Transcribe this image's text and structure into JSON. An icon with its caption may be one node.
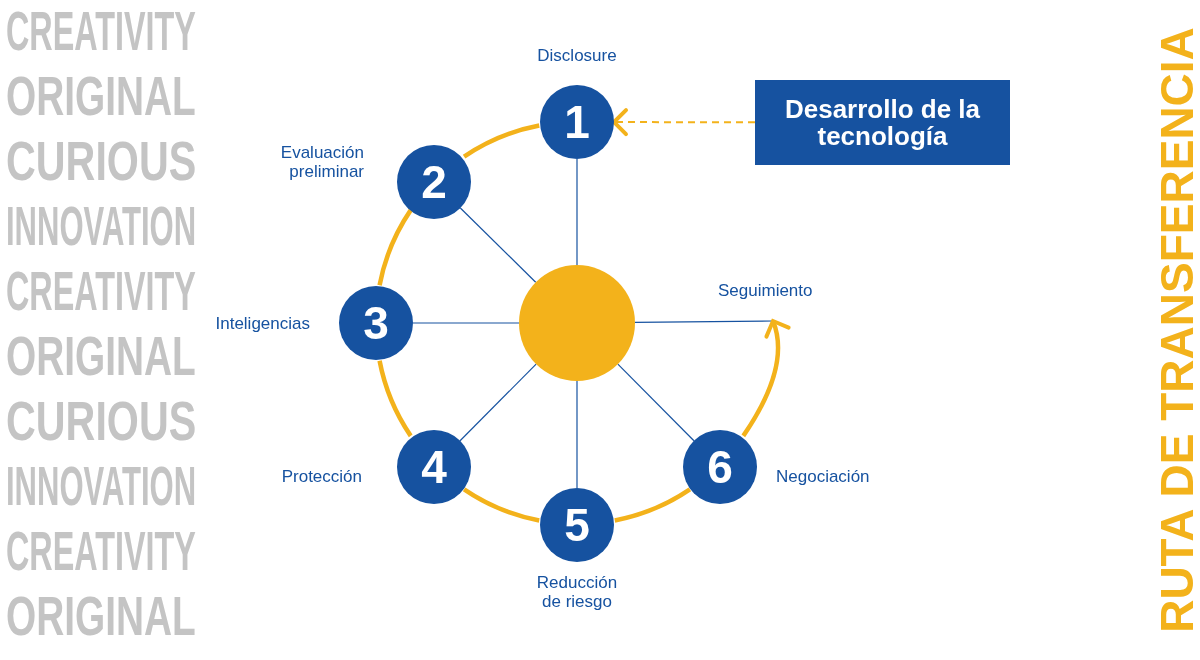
{
  "diagram": {
    "title": "RUTA DE TRANSFERENCIA",
    "nodes": [
      {
        "text": [
          "1"
        ],
        "beside": [
          "Disclosure"
        ]
      },
      {
        "text": [
          "2"
        ],
        "beside": [
          "Evaluación preliminar"
        ]
      },
      {
        "text": [
          "3"
        ],
        "beside": [
          "Inteligencias"
        ]
      },
      {
        "text": [
          "4"
        ],
        "beside": [
          "Protección"
        ]
      },
      {
        "text": [
          "5"
        ],
        "beside": [
          "Reducción de riesgo"
        ]
      },
      {
        "text": [
          "6"
        ],
        "beside": [
          "Negociación"
        ]
      },
      {
        "text": [
          "Desarrollo de la tecnología"
        ]
      },
      {
        "text": [],
        "shape": "circle"
      }
    ],
    "edges": [
      {
        "from": 7,
        "to": 0,
        "arrow": "none"
      },
      {
        "from": 7,
        "to": 1,
        "arrow": "none"
      },
      {
        "from": 7,
        "to": 2,
        "arrow": "none"
      },
      {
        "from": 7,
        "to": 3,
        "arrow": "none"
      },
      {
        "from": 7,
        "to": 4,
        "arrow": "none"
      },
      {
        "from": 7,
        "to": 5,
        "arrow": "none"
      },
      {
        "from": 7,
        "to": null,
        "arrow": "none"
      },
      {
        "from": 0,
        "to": 1,
        "arrow": "none",
        "style": "thick",
        "color": "#f3b21b"
      },
      {
        "from": 1,
        "to": 2,
        "arrow": "none",
        "style": "thick",
        "color": "#f3b21b"
      },
      {
        "from": 2,
        "to": 3,
        "arrow": "none",
        "style": "thick",
        "color": "#f3b21b"
      },
      {
        "from": 3,
        "to": 4,
        "arrow": "none",
        "style": "thick",
        "color": "#f3b21b"
      },
      {
        "from": 4,
        "to": 5,
        "arrow": "none",
        "style": "thick",
        "color": "#f3b21b"
      },
      {
        "from": 5,
        "to": null,
        "arrow": "to",
        "style": "thick",
        "color": "#f3b21b"
      },
      {
        "from": 6,
        "to": 0,
        "arrow": "to",
        "style": "dashed",
        "color": "#f3b21b"
      }
    ],
    "labels": [
      "Seguimiento",
      "CREATIVITY",
      "ORIGINAL",
      "CURIOUS",
      "INNOVATION",
      "CREATIVITY",
      "ORIGINAL",
      "CURIOUS",
      "INNOVATION",
      "CREATIVITY",
      "ORIGINAL"
    ]
  }
}
